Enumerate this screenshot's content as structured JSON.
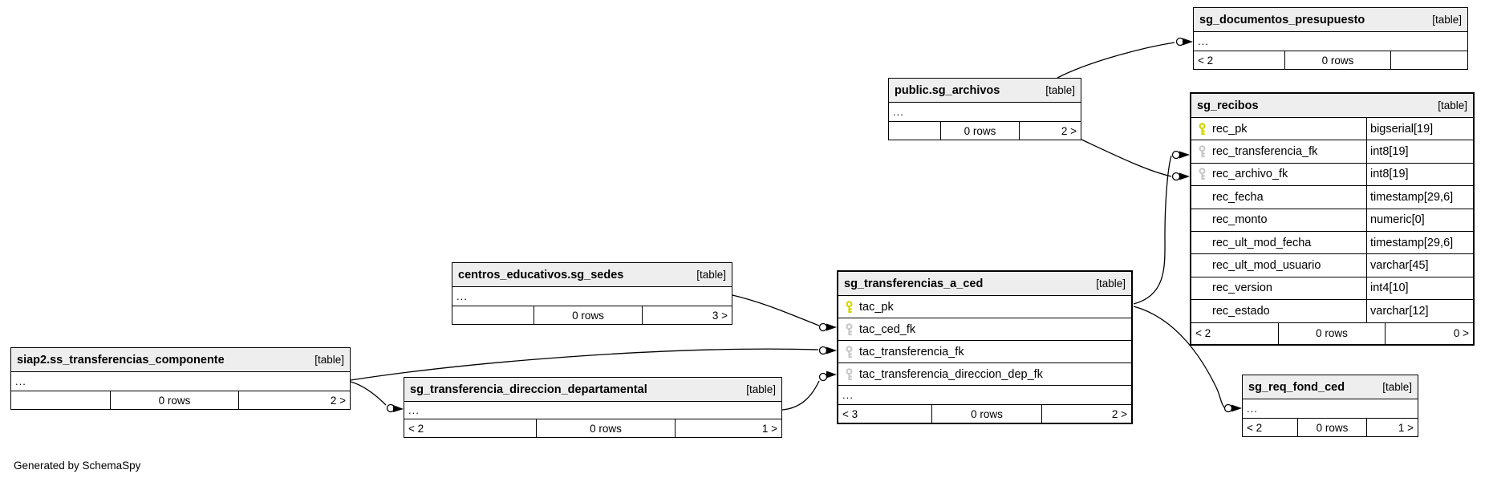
{
  "note": "Generated by SchemaSpy",
  "colors": {
    "header_bg": "#eeeeee",
    "border": "#000000",
    "pk_key": "#d4d400",
    "fk_key": "#c8c8c8"
  },
  "tables": {
    "documentos": {
      "name": "sg_documentos_presupuesto",
      "tag": "[table]",
      "ellipsis": "...",
      "footer": {
        "prev": "< 2",
        "rows": "0 rows",
        "next": ""
      }
    },
    "archivos": {
      "name": "public.sg_archivos",
      "tag": "[table]",
      "ellipsis": "...",
      "footer": {
        "prev": "",
        "rows": "0 rows",
        "next": "2 >"
      }
    },
    "recibos": {
      "name": "sg_recibos",
      "tag": "[table]",
      "columns": [
        {
          "key": "pk",
          "name": "rec_pk",
          "type": "bigserial[19]"
        },
        {
          "key": "fk",
          "name": "rec_transferencia_fk",
          "type": "int8[19]"
        },
        {
          "key": "fk",
          "name": "rec_archivo_fk",
          "type": "int8[19]"
        },
        {
          "key": "",
          "name": "rec_fecha",
          "type": "timestamp[29,6]"
        },
        {
          "key": "",
          "name": "rec_monto",
          "type": "numeric[0]"
        },
        {
          "key": "",
          "name": "rec_ult_mod_fecha",
          "type": "timestamp[29,6]"
        },
        {
          "key": "",
          "name": "rec_ult_mod_usuario",
          "type": "varchar[45]"
        },
        {
          "key": "",
          "name": "rec_version",
          "type": "int4[10]"
        },
        {
          "key": "",
          "name": "rec_estado",
          "type": "varchar[12]"
        }
      ],
      "footer": {
        "prev": "< 2",
        "rows": "0 rows",
        "next": "0 >"
      }
    },
    "sedes": {
      "name": "centros_educativos.sg_sedes",
      "tag": "[table]",
      "ellipsis": "...",
      "footer": {
        "prev": "",
        "rows": "0 rows",
        "next": "3 >"
      }
    },
    "tac": {
      "name": "sg_transferencias_a_ced",
      "tag": "[table]",
      "ellipsis": "...",
      "columns": [
        {
          "key": "pk",
          "name": "tac_pk"
        },
        {
          "key": "fk",
          "name": "tac_ced_fk"
        },
        {
          "key": "fk",
          "name": "tac_transferencia_fk"
        },
        {
          "key": "fk",
          "name": "tac_transferencia_direccion_dep_fk"
        }
      ],
      "footer": {
        "prev": "< 3",
        "rows": "0 rows",
        "next": "2 >"
      }
    },
    "componente": {
      "name": "siap2.ss_transferencias_componente",
      "tag": "[table]",
      "ellipsis": "...",
      "footer": {
        "prev": "",
        "rows": "0 rows",
        "next": "2 >"
      }
    },
    "direccion": {
      "name": "sg_transferencia_direccion_departamental",
      "tag": "[table]",
      "ellipsis": "...",
      "footer": {
        "prev": "< 2",
        "rows": "0 rows",
        "next": "1 >"
      }
    },
    "req_fond": {
      "name": "sg_req_fond_ced",
      "tag": "[table]",
      "ellipsis": "...",
      "footer": {
        "prev": "< 2",
        "rows": "0 rows",
        "next": "1 >"
      }
    }
  },
  "relationships": [
    {
      "from": "public.sg_archivos",
      "to": "sg_documentos_presupuesto"
    },
    {
      "from": "public.sg_archivos",
      "to": "sg_recibos.rec_archivo_fk"
    },
    {
      "from": "sg_transferencias_a_ced.tac_pk",
      "to": "sg_recibos.rec_transferencia_fk"
    },
    {
      "from": "sg_transferencias_a_ced.tac_pk",
      "to": "sg_req_fond_ced"
    },
    {
      "from": "centros_educativos.sg_sedes",
      "to": "sg_transferencias_a_ced.tac_ced_fk"
    },
    {
      "from": "siap2.ss_transferencias_componente",
      "to": "sg_transferencias_a_ced.tac_transferencia_fk"
    },
    {
      "from": "siap2.ss_transferencias_componente",
      "to": "sg_transferencia_direccion_departamental"
    },
    {
      "from": "sg_transferencia_direccion_departamental",
      "to": "sg_transferencias_a_ced.tac_transferencia_direccion_dep_fk"
    }
  ]
}
